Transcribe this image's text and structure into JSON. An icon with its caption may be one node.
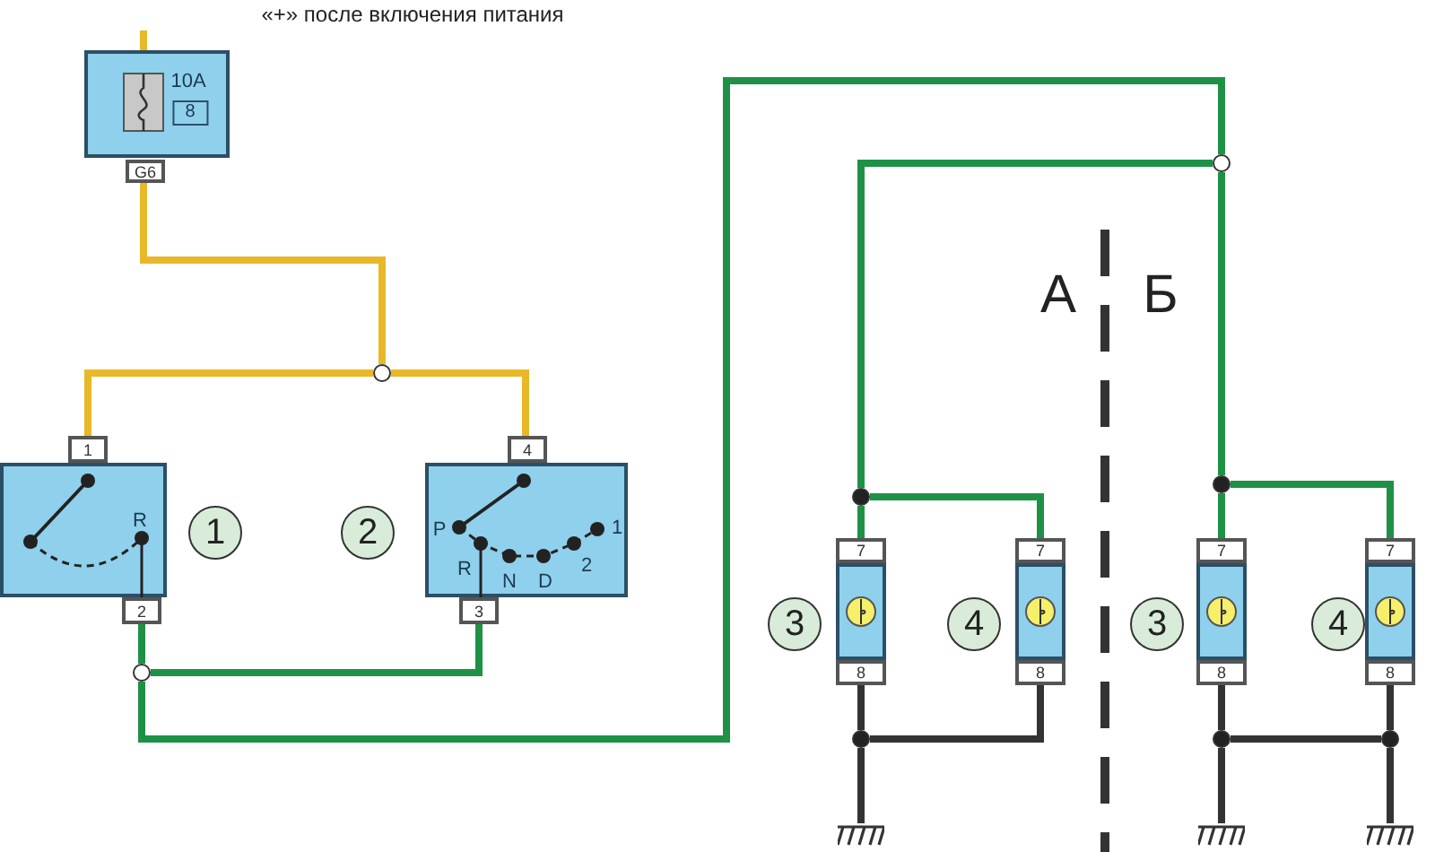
{
  "diagram": {
    "title": "«+» после включения питания",
    "nodes": [
      {
        "text": [
          "10A",
          "8"
        ],
        "beside": [
          "G6"
        ]
      },
      {
        "text": [],
        "shape": "circle"
      },
      {
        "text": [
          "R"
        ],
        "beside": [
          "1",
          "2"
        ]
      },
      {
        "text": [
          "P",
          "R",
          "N",
          "D",
          "2",
          "1"
        ],
        "beside": [
          "4",
          "3"
        ]
      },
      {
        "text": [],
        "shape": "circle"
      },
      {
        "text": [],
        "shape": "circle"
      },
      {
        "text": [],
        "shape": "dot"
      },
      {
        "text": [],
        "shape": "dot"
      },
      {
        "text": [],
        "shape": "box",
        "beside": [
          "7",
          "8"
        ]
      },
      {
        "text": [],
        "shape": "box",
        "beside": [
          "7",
          "8"
        ]
      },
      {
        "text": [],
        "shape": "box",
        "beside": [
          "7",
          "8"
        ]
      },
      {
        "text": [],
        "shape": "box",
        "beside": [
          "7",
          "8"
        ]
      },
      {
        "text": [],
        "shape": "dot"
      },
      {
        "text": [],
        "shape": "dot"
      },
      {
        "text": [],
        "shape": "dot"
      },
      {
        "text": [],
        "shape": "ground"
      },
      {
        "text": [],
        "shape": "ground"
      },
      {
        "text": [],
        "shape": "ground"
      }
    ],
    "edges": [
      {
        "from": null,
        "to": 0,
        "arrow": "none",
        "color": "#e8b828"
      },
      {
        "from": 0,
        "to": 1,
        "arrow": "none",
        "color": "#e8b828"
      },
      {
        "from": 1,
        "to": 2,
        "arrow": "none",
        "color": "#e8b828"
      },
      {
        "from": 1,
        "to": 3,
        "arrow": "none",
        "color": "#e8b828"
      },
      {
        "from": 2,
        "to": 4,
        "arrow": "none"
      },
      {
        "from": 4,
        "to": 3,
        "arrow": "none"
      },
      {
        "from": 4,
        "to": 5,
        "arrow": "none"
      },
      {
        "from": 5,
        "to": 6,
        "arrow": "none"
      },
      {
        "from": 6,
        "to": 8,
        "arrow": "none"
      },
      {
        "from": 6,
        "to": 9,
        "arrow": "none"
      },
      {
        "from": 5,
        "to": 7,
        "arrow": "none"
      },
      {
        "from": 7,
        "to": 10,
        "arrow": "none"
      },
      {
        "from": 7,
        "to": 11,
        "arrow": "none"
      },
      {
        "from": 8,
        "to": 12,
        "arrow": "none",
        "color": "#333333"
      },
      {
        "from": 9,
        "to": 12,
        "arrow": "none",
        "color": "#333333"
      },
      {
        "from": 12,
        "to": 15,
        "arrow": "none",
        "color": "#333333"
      },
      {
        "from": 10,
        "to": 13,
        "arrow": "none",
        "color": "#333333"
      },
      {
        "from": 13,
        "to": 16,
        "arrow": "none",
        "color": "#333333"
      },
      {
        "from": 11,
        "to": 14,
        "arrow": "none",
        "color": "#333333"
      },
      {
        "from": 13,
        "to": 14,
        "arrow": "none",
        "color": "#333333"
      },
      {
        "from": 14,
        "to": 17,
        "arrow": "none",
        "color": "#333333"
      }
    ],
    "labels": [
      "А",
      "Б",
      "1",
      "2",
      "3",
      "4",
      "3",
      "4"
    ]
  }
}
